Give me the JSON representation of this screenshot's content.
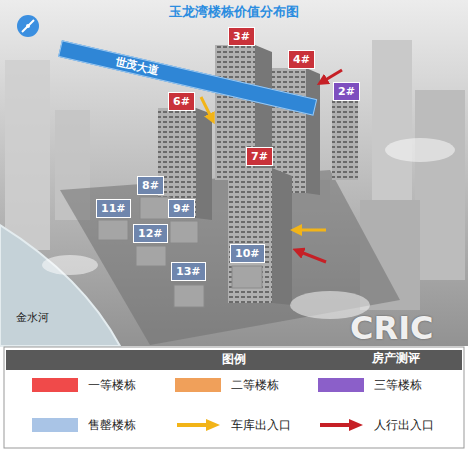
{
  "diagram": {
    "title": "玉龙湾楼栋价值分布图",
    "nodes": [
      {
        "text": [
          "世茂大道"
        ]
      },
      {
        "text": [
          "3#"
        ]
      },
      {
        "text": [
          "4#"
        ]
      },
      {
        "text": [
          "2#"
        ]
      },
      {
        "text": [
          "6#"
        ]
      },
      {
        "text": [
          "7#"
        ]
      },
      {
        "text": [
          "8#"
        ]
      },
      {
        "text": [
          "11#"
        ]
      },
      {
        "text": [
          "9#"
        ]
      },
      {
        "text": [
          "12#"
        ]
      },
      {
        "text": [
          "10#"
        ]
      },
      {
        "text": [
          "13#"
        ]
      },
      {
        "text": [
          "图例"
        ]
      }
    ],
    "labels": [
      "金水河",
      "CRIC",
      "房产测评"
    ],
    "legend": [
      {
        "text": "一等楼栋",
        "color": "#f04a4a"
      },
      {
        "text": "二等楼栋",
        "color": "#f0a05a"
      },
      {
        "text": "三等楼栋",
        "color": "#8b5fc9"
      },
      {
        "text": "售罄楼栋",
        "color": "#a9c4e6"
      },
      {
        "text": "车库出入口"
      },
      {
        "text": "人行出入口"
      }
    ]
  }
}
